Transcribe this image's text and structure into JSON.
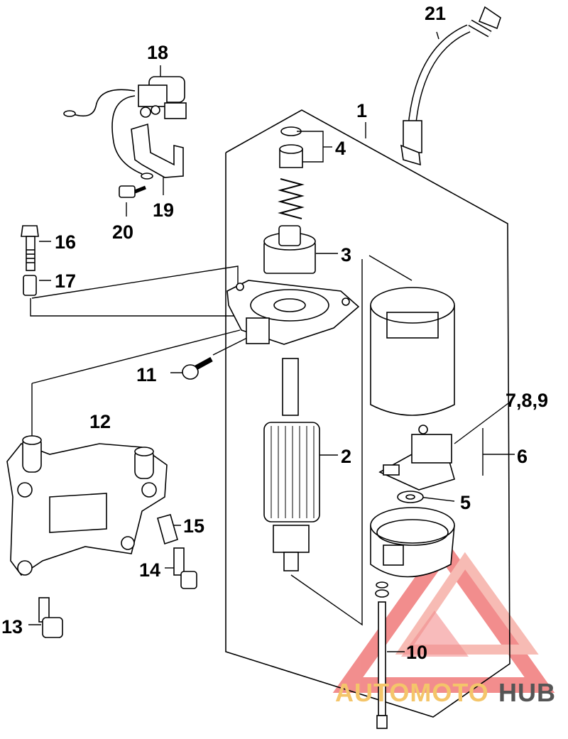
{
  "diagram": {
    "callouts": [
      {
        "id": "1",
        "label": "1"
      },
      {
        "id": "2",
        "label": "2"
      },
      {
        "id": "3",
        "label": "3"
      },
      {
        "id": "4",
        "label": "4"
      },
      {
        "id": "5",
        "label": "5"
      },
      {
        "id": "6",
        "label": "6"
      },
      {
        "id": "789",
        "label": "7,8,9"
      },
      {
        "id": "10",
        "label": "10"
      },
      {
        "id": "11",
        "label": "11"
      },
      {
        "id": "12",
        "label": "12"
      },
      {
        "id": "13",
        "label": "13"
      },
      {
        "id": "14",
        "label": "14"
      },
      {
        "id": "15",
        "label": "15"
      },
      {
        "id": "16",
        "label": "16"
      },
      {
        "id": "17",
        "label": "17"
      },
      {
        "id": "18",
        "label": "18"
      },
      {
        "id": "19",
        "label": "19"
      },
      {
        "id": "20",
        "label": "20"
      },
      {
        "id": "21",
        "label": "21"
      }
    ]
  },
  "watermark": {
    "text_part1": "AUTOMOTO",
    "text_part2": "HUB",
    "color_primary": "#f07a7a",
    "color_light": "#f6b0a8",
    "color_gold": "#f4c56a",
    "color_dark": "#555555"
  }
}
